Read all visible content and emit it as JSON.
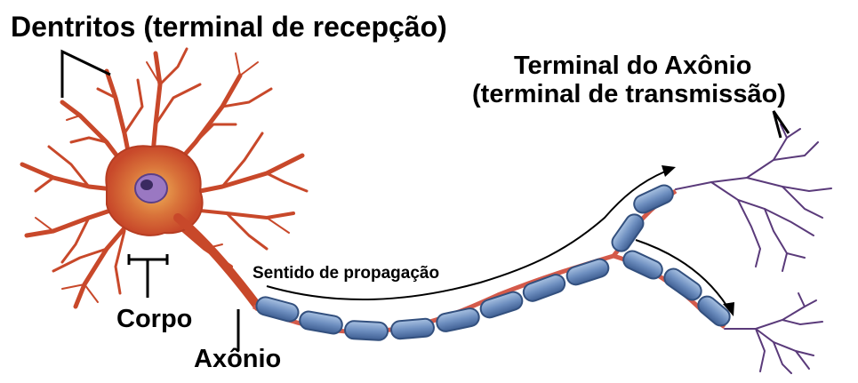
{
  "labels": {
    "dendrites": "Dentritos (terminal de recepção)",
    "axon_terminal_line1": "Terminal do Axônio",
    "axon_terminal_line2": "(terminal de transmissão)",
    "propagation": "Sentido de propagação",
    "body": "Corpo",
    "axon": "Axônio"
  },
  "colors": {
    "neuron_body": "#c8482a",
    "neuron_highlight": "#e8a24a",
    "nucleus": "#7a4fa0",
    "myelin": "#7c9cc8",
    "myelin_dark": "#3f5f93",
    "axon_core": "#d45a4a",
    "terminal_branch": "#5a3a7a",
    "pointer_line": "#000000"
  }
}
